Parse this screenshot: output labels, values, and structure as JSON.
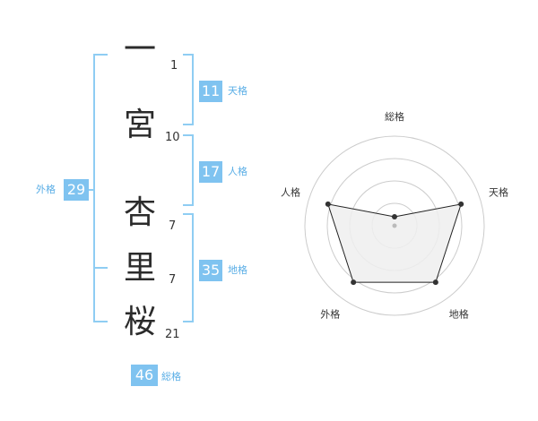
{
  "name_characters": [
    {
      "char": "一",
      "strokes": "1"
    },
    {
      "char": "宮",
      "strokes": "10"
    },
    {
      "char": "杏",
      "strokes": "7"
    },
    {
      "char": "里",
      "strokes": "7"
    },
    {
      "char": "桜",
      "strokes": "21"
    }
  ],
  "fortune": {
    "tenkaku": {
      "value": "11",
      "label": "天格"
    },
    "jinkaku": {
      "value": "17",
      "label": "人格"
    },
    "chikaku": {
      "value": "35",
      "label": "地格"
    },
    "gaikaku": {
      "value": "29",
      "label": "外格"
    },
    "soukaku": {
      "value": "46",
      "label": "総格"
    }
  },
  "radar": {
    "axes": [
      "総格",
      "天格",
      "地格",
      "外格",
      "人格"
    ],
    "levels": 4,
    "values": [
      0.1,
      0.78,
      0.78,
      0.78,
      0.78
    ],
    "fill_color": "#eeeeee",
    "line_color": "#222222",
    "grid_color": "#cccccc"
  },
  "colors": {
    "accent": "#7fc3f0",
    "bracket": "#8fcdf3"
  }
}
